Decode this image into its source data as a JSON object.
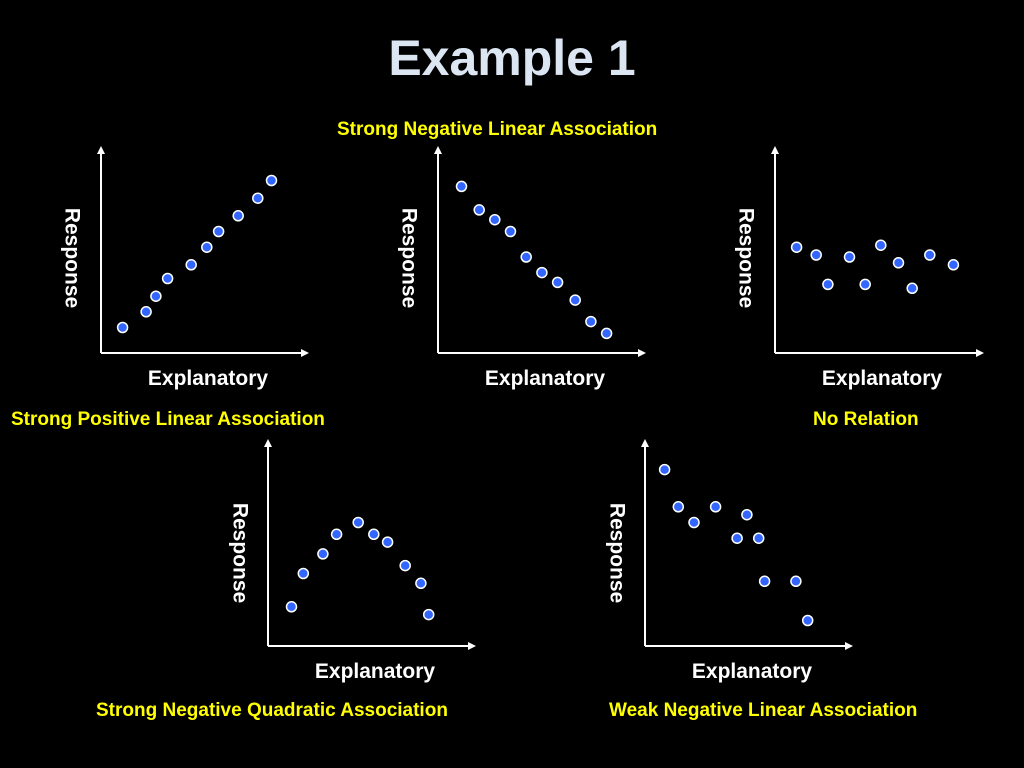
{
  "slide": {
    "title": "Example 1",
    "title_color": "#dce6f2",
    "caption_color": "#ffff00",
    "axis_label_color": "#ffffff",
    "axis_color": "#ffffff",
    "point_fill": "#3366ff",
    "point_stroke": "#ffffff"
  },
  "chart_data": [
    {
      "type": "scatter",
      "title": "Strong Positive Linear Association",
      "xlabel": "Explanatory",
      "ylabel": "Response",
      "ticks_shown": false,
      "xlim": [
        0,
        10
      ],
      "ylim": [
        0,
        10
      ],
      "x": [
        1.1,
        2.3,
        2.8,
        3.4,
        4.6,
        5.4,
        6.0,
        7.0,
        8.0,
        8.7
      ],
      "y": [
        1.3,
        2.1,
        2.9,
        3.8,
        4.5,
        5.4,
        6.2,
        7.0,
        7.9,
        8.8
      ]
    },
    {
      "type": "scatter",
      "title": "Strong Negative Linear Association",
      "xlabel": "Explanatory",
      "ylabel": "Response",
      "ticks_shown": false,
      "xlim": [
        0,
        10
      ],
      "ylim": [
        0,
        10
      ],
      "x": [
        1.2,
        2.1,
        2.9,
        3.7,
        4.5,
        5.3,
        6.1,
        7.0,
        7.8,
        8.6
      ],
      "y": [
        8.5,
        7.3,
        6.8,
        6.2,
        4.9,
        4.1,
        3.6,
        2.7,
        1.6,
        1.0
      ]
    },
    {
      "type": "scatter",
      "title": "No Relation",
      "xlabel": "Explanatory",
      "ylabel": "Response",
      "ticks_shown": false,
      "xlim": [
        0,
        10
      ],
      "ylim": [
        0,
        10
      ],
      "x": [
        1.1,
        2.1,
        2.7,
        3.8,
        4.6,
        5.4,
        6.3,
        7.0,
        7.9,
        9.1
      ],
      "y": [
        5.4,
        5.0,
        3.5,
        4.9,
        3.5,
        5.5,
        4.6,
        3.3,
        5.0,
        4.5
      ]
    },
    {
      "type": "scatter",
      "title": "Strong Negative Quadratic Association",
      "xlabel": "Explanatory",
      "ylabel": "Response",
      "ticks_shown": false,
      "xlim": [
        0,
        10
      ],
      "ylim": [
        0,
        10
      ],
      "x": [
        1.2,
        1.8,
        2.8,
        3.5,
        4.6,
        5.4,
        6.1,
        7.0,
        7.8,
        8.2
      ],
      "y": [
        2.0,
        3.7,
        4.7,
        5.7,
        6.3,
        5.7,
        5.3,
        4.1,
        3.2,
        1.6
      ]
    },
    {
      "type": "scatter",
      "title": "Weak Negative Linear Association",
      "xlabel": "Explanatory",
      "ylabel": "Response",
      "ticks_shown": false,
      "xlim": [
        0,
        10
      ],
      "ylim": [
        0,
        10
      ],
      "x": [
        1.0,
        1.7,
        2.5,
        3.6,
        4.7,
        5.2,
        5.8,
        6.1,
        7.7,
        8.3
      ],
      "y": [
        9.0,
        7.1,
        6.3,
        7.1,
        5.5,
        6.7,
        5.5,
        3.3,
        3.3,
        1.3
      ]
    }
  ]
}
